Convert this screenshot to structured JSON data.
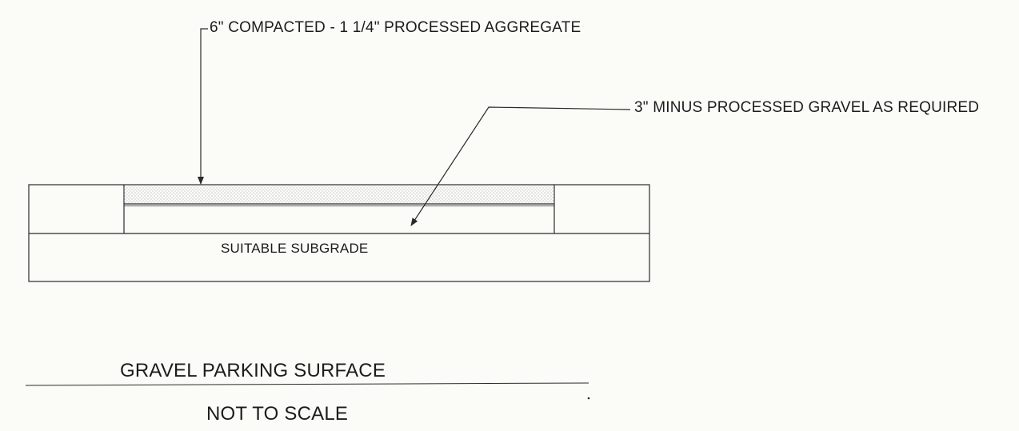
{
  "callouts": {
    "aggregate": "6\" COMPACTED  - 1 1/4\" PROCESSED AGGREGATE",
    "gravel": "3\" MINUS PROCESSED GRAVEL AS REQUIRED"
  },
  "layers": {
    "subgrade": "SUITABLE SUBGRADE"
  },
  "titles": {
    "title": "GRAVEL PARKING SURFACE",
    "subtitle": "NOT TO SCALE"
  },
  "colors": {
    "line": "#2a2a2a",
    "paper": "#fbfbf8",
    "stipple": "#8a8a8a"
  }
}
